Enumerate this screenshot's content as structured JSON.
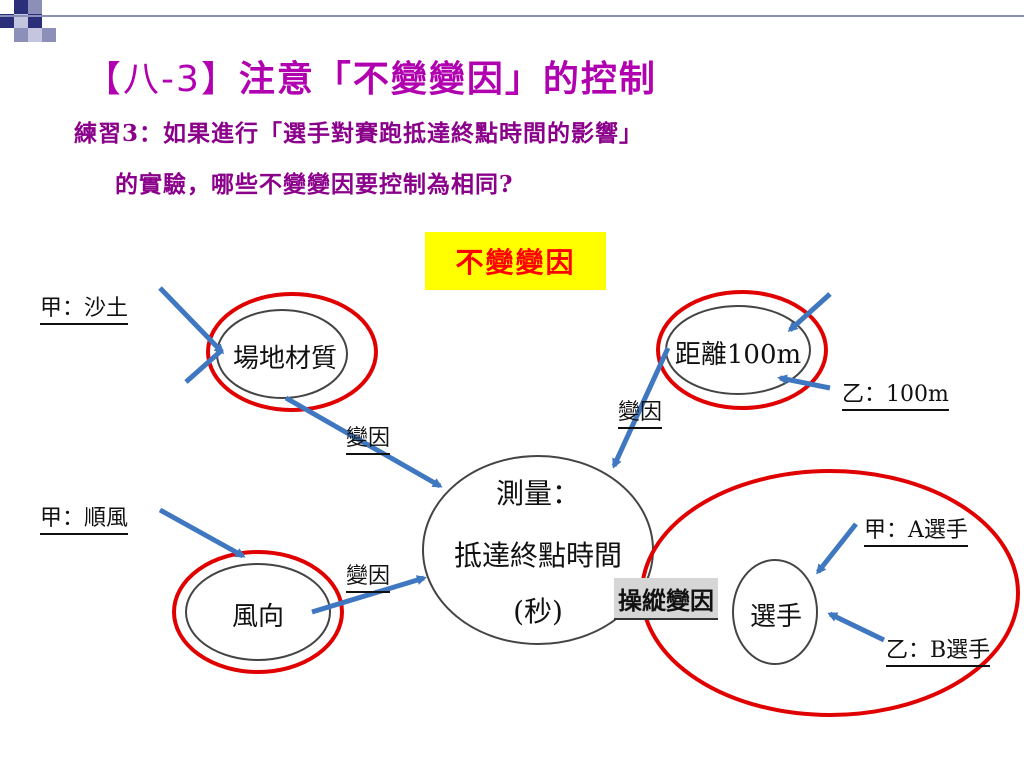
{
  "header": {
    "title_bracket": "【八-3】",
    "title_text": "注意「不變變因」的控制"
  },
  "question": {
    "line1": "練習3：如果進行「選手對賽跑抵達終點時間的影響」",
    "line2": "的實驗，哪些不變變因要控制為相同?"
  },
  "legend_box": {
    "label": "不變變因"
  },
  "diagram": {
    "center": {
      "line1": "測量：",
      "line2": "抵達終點時間",
      "line3": "(秒)"
    },
    "nodes": {
      "field_material": "場地材質",
      "wind_direction": "風向",
      "distance": "距離100m",
      "runner": "選手"
    },
    "inputs": {
      "field_value": "甲：沙土",
      "wind_value": "甲：順風",
      "distance_value": "乙：100m",
      "runner_a": "甲：A選手",
      "runner_b": "乙：B選手"
    },
    "edge_labels": {
      "field_variable": "變因",
      "wind_variable": "變因",
      "distance_variable": "變因"
    },
    "manipulated_label": "操縱變因"
  },
  "colors": {
    "title": "#b000b0",
    "subtitle": "#8a008a",
    "arrow": "#3f78c0",
    "highlight_circle": "#e00000",
    "legend_bg": "#ffff00",
    "legend_text": "#ff0000"
  }
}
